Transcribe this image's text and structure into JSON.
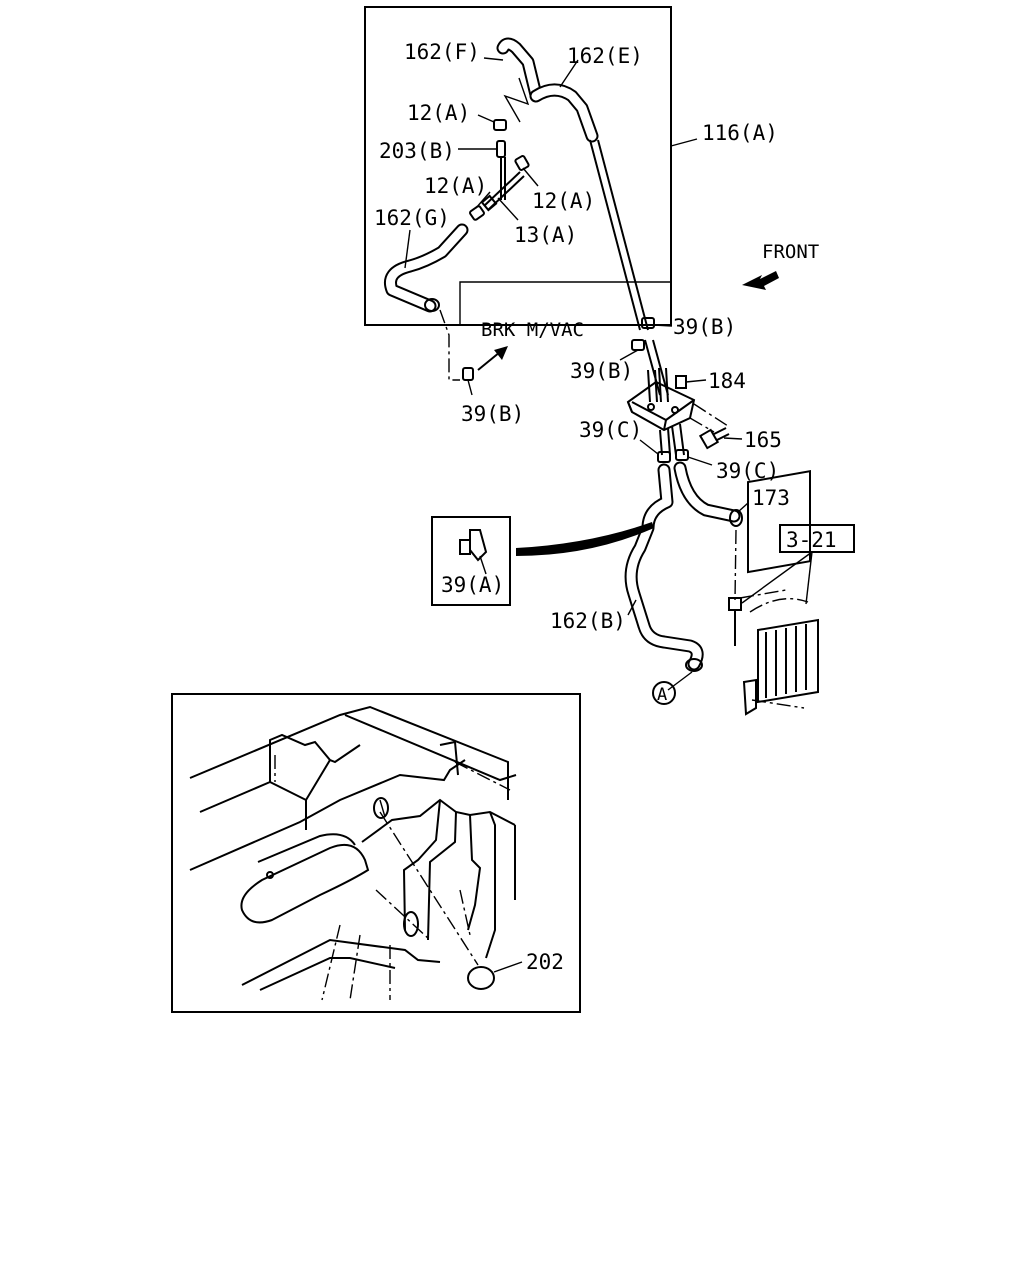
{
  "labels": {
    "p162F": "162(F)",
    "p162E": "162(E)",
    "p12A_1": "12(A)",
    "p203B": "203(B)",
    "p116A": "116(A)",
    "p12A_2": "12(A)",
    "p12A_3": "12(A)",
    "p162G": "162(G)",
    "p13A": "13(A)",
    "front": "FRONT",
    "brk": "BRK M/VAC",
    "p39B_1": "39(B)",
    "p39B_2": "39(B)",
    "p39B_3": "39(B)",
    "p184": "184",
    "p39C_1": "39(C)",
    "p165": "165",
    "p39C_2": "39(C)",
    "p173": "173",
    "ref321": "3-21",
    "p39A": "39(A)",
    "p162B": "162(B)",
    "refA": "A",
    "p202": "202"
  }
}
